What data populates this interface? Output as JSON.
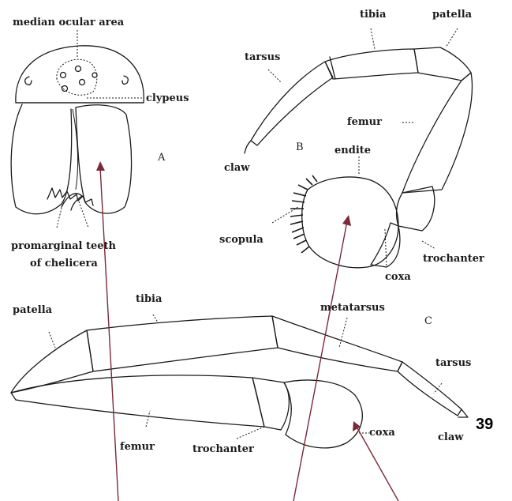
{
  "figure": {
    "part_a": {
      "letter": "A",
      "labels": {
        "median_ocular_area": "median ocular area",
        "clypeus": "clypeus",
        "promarginal_teeth_line1": "promarginal teeth",
        "promarginal_teeth_line2": "of chelicera"
      }
    },
    "part_b": {
      "letter": "B",
      "labels": {
        "tibia": "tibia",
        "patella": "patella",
        "tarsus": "tarsus",
        "femur": "femur",
        "claw": "claw",
        "endite": "endite",
        "scopula": "scopula",
        "trochanter": "trochanter",
        "coxa": "coxa"
      }
    },
    "part_c": {
      "letter": "C",
      "labels": {
        "patella": "patella",
        "tibia": "tibia",
        "metatarsus": "metatarsus",
        "tarsus": "tarsus",
        "claw": "claw",
        "coxa": "coxa",
        "femur": "femur",
        "trochanter": "trochanter"
      }
    },
    "page_number": "39",
    "arrow_color": "#7a2a3a"
  }
}
